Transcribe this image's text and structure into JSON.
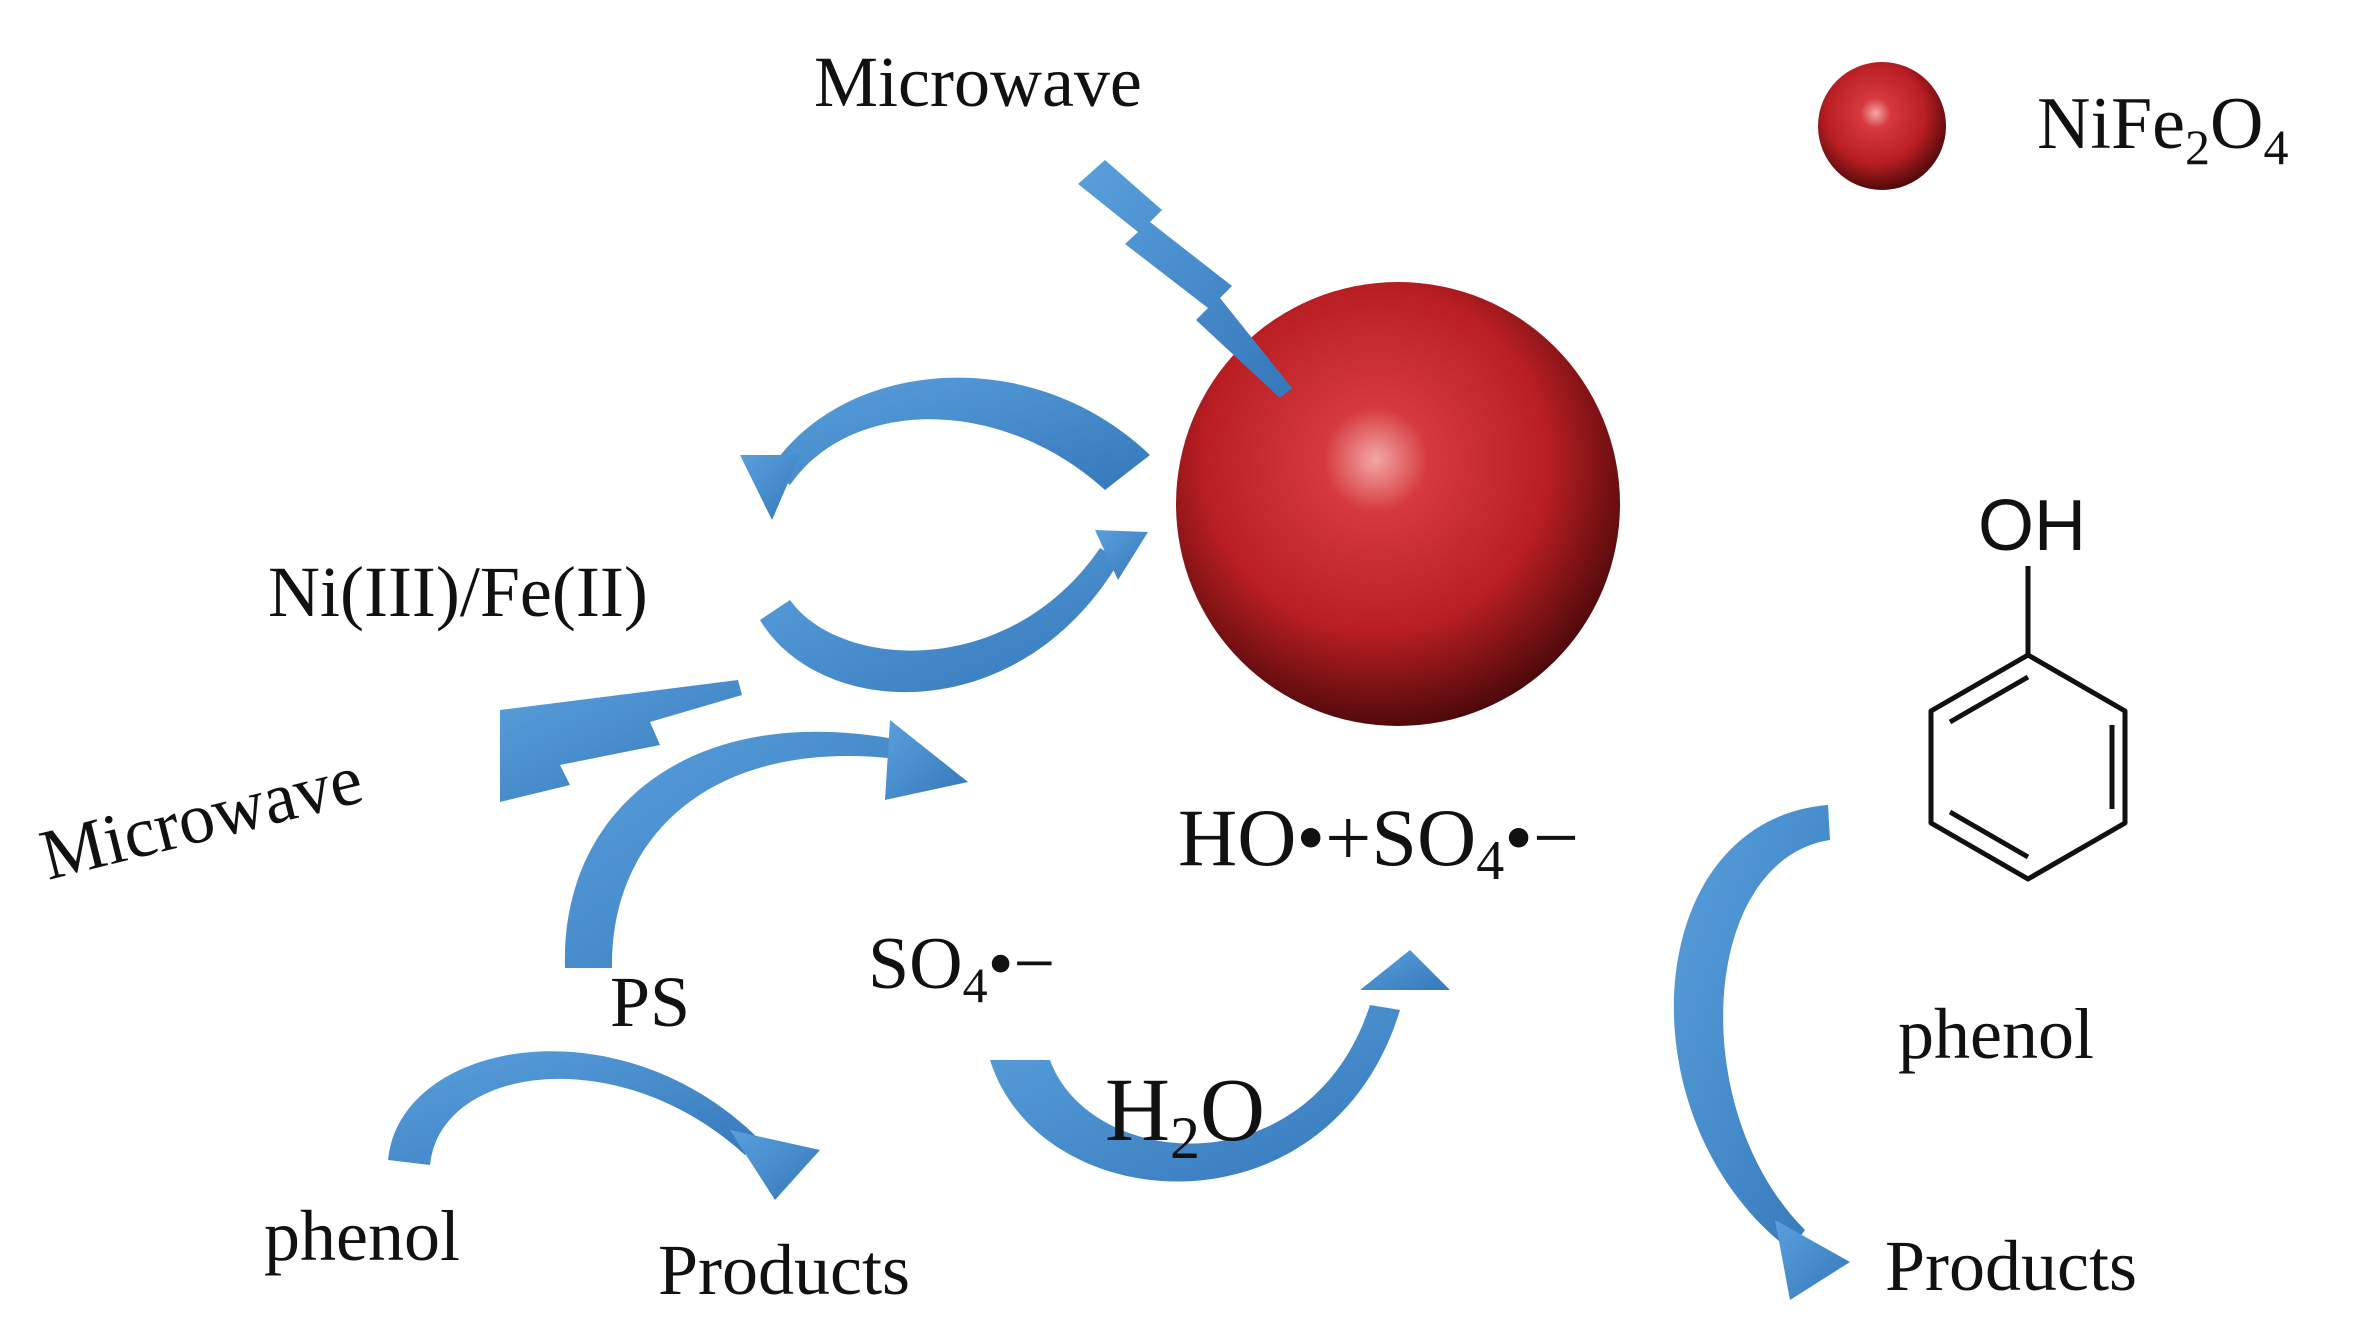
{
  "legend": {
    "label_main": "NiFe",
    "label_sub1": "2",
    "label_mid": "O",
    "label_sub2": "4"
  },
  "labels": {
    "microwave_top": "Microwave",
    "microwave_left": "Microwave",
    "ni_fe": "Ni(III)/Fe(II)",
    "ps": "PS",
    "so4_main": "SO",
    "so4_sub": "4",
    "so4_rad": "•−",
    "radicals_main": "HO•+SO",
    "radicals_sub": "4",
    "radicals_rad": "•−",
    "h2o_h": "H",
    "h2o_sub": "2",
    "h2o_o": "O",
    "phenol_left": "phenol",
    "products_left": "Products",
    "phenol_right": "phenol",
    "products_right": "Products",
    "oh_group": "OH"
  },
  "colors": {
    "arrow": "#4a8fd0",
    "arrow_dark": "#2f6fb0",
    "sphere": "#b81e22",
    "sphere_dark": "#3a0506",
    "sphere_light": "#f3a7a7"
  }
}
